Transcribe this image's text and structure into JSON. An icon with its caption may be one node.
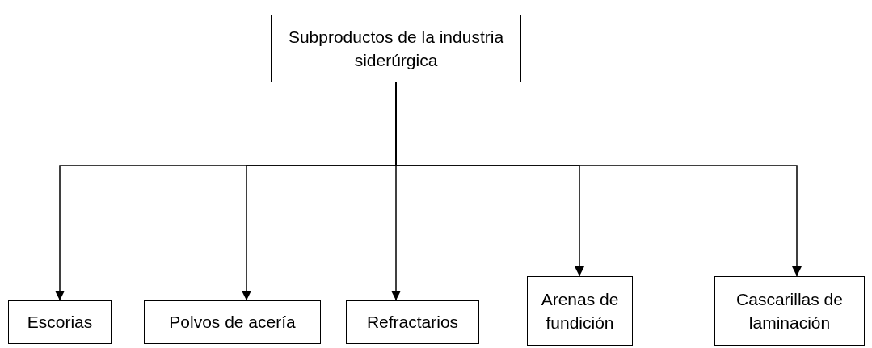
{
  "diagram": {
    "nodes": [
      {
        "text": [
          "Subproductos de la industria siderúrgica"
        ]
      },
      {
        "text": [
          "Escorias"
        ]
      },
      {
        "text": [
          "Polvos de acería"
        ]
      },
      {
        "text": [
          "Refractarios"
        ]
      },
      {
        "text": [
          "Arenas de fundición"
        ]
      },
      {
        "text": [
          "Cascarillas de laminación"
        ]
      }
    ],
    "edges": [
      {
        "from": 0,
        "to": 1,
        "arrow": "to"
      },
      {
        "from": 0,
        "to": 2,
        "arrow": "to"
      },
      {
        "from": 0,
        "to": 3,
        "arrow": "to"
      },
      {
        "from": 0,
        "to": 4,
        "arrow": "to"
      },
      {
        "from": 0,
        "to": 5,
        "arrow": "to"
      }
    ]
  }
}
